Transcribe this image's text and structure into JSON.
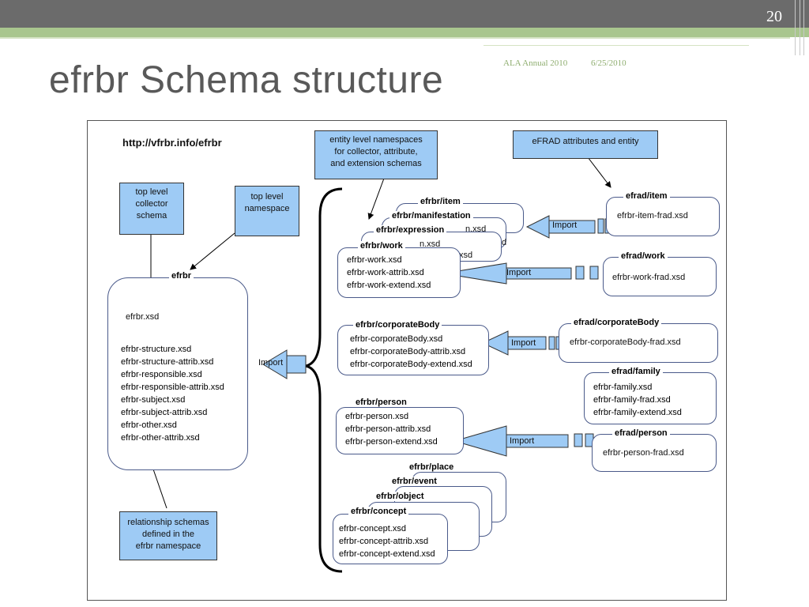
{
  "slide": {
    "number": "20",
    "title": "efrbr Schema structure",
    "footer_left": "ALA Annual 2010",
    "footer_right": "6/25/2010"
  },
  "diagram": {
    "url": "http://vfrbr.info/efrbr",
    "callouts": {
      "top_collector": [
        "top level",
        "collector",
        "schema"
      ],
      "top_namespace": [
        "top level",
        "namespace"
      ],
      "entity_ns": [
        "entity level namespaces",
        "for collector, attribute,",
        "and extension schemas"
      ],
      "efrad": [
        "eFRAD attributes and entity"
      ],
      "relationship": [
        "relationship schemas",
        "defined in the",
        "efrbr namespace"
      ]
    },
    "efrbr": {
      "header": "efrbr",
      "top_file": "efrbr.xsd",
      "files": [
        "efrbr-structure.xsd",
        "efrbr-structure-attrib.xsd",
        "efrbr-responsible.xsd",
        "efrbr-responsible-attrib.xsd",
        "efrbr-subject.xsd",
        "efrbr-subject-attrib.xsd",
        "efrbr-other.xsd",
        "efrbr-other-attrib.xsd"
      ]
    },
    "import_label": "Import",
    "wemi": {
      "item": "efrbr/item",
      "manifestation": "efrbr/manifestation",
      "expression": "efrbr/expression",
      "work": "efrbr/work",
      "peek1": "n.xsd",
      "peek2": "xsd",
      "peek3": "d",
      "peek4": "n.xsd",
      "work_files": [
        "efrbr-work.xsd",
        "efrbr-work-attrib.xsd",
        "efrbr-work-extend.xsd"
      ]
    },
    "corporate": {
      "header": "efrbr/corporateBody",
      "files": [
        "efrbr-corporateBody.xsd",
        "efrbr-corporateBody-attrib.xsd",
        "efrbr-corporateBody-extend.xsd"
      ]
    },
    "person": {
      "header": "efrbr/person",
      "files": [
        "efrbr-person.xsd",
        "efrbr-person-attrib.xsd",
        "efrbr-person-extend.xsd"
      ]
    },
    "subjects": {
      "place": "efrbr/place",
      "event": "efrbr/event",
      "object": "efrbr/object",
      "concept": "efrbr/concept",
      "concept_files": [
        "efrbr-concept.xsd",
        "efrbr-concept-attrib.xsd",
        "efrbr-concept-extend.xsd"
      ]
    },
    "efrad": {
      "item": {
        "header": "efrad/item",
        "file": "efrbr-item-frad.xsd"
      },
      "work": {
        "header": "efrad/work",
        "file": "efrbr-work-frad.xsd"
      },
      "corporate": {
        "header": "efrad/corporateBody",
        "file": "efrbr-corporateBody-frad.xsd"
      },
      "family": {
        "header": "efrad/family",
        "files": [
          "efrbr-family.xsd",
          "efrbr-family-frad.xsd",
          "efrbr-family-extend.xsd"
        ]
      },
      "person": {
        "header": "efrad/person",
        "file": "efrbr-person-frad.xsd"
      }
    }
  },
  "colors": {
    "callout": "#9ecbf5",
    "accent_green": "#a9c68e",
    "topbar": "#6b6b6b"
  }
}
